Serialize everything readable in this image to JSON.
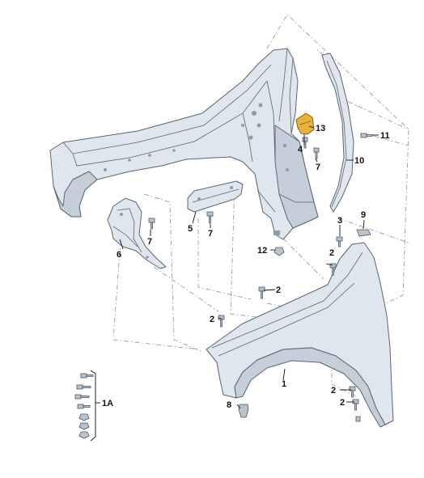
{
  "callouts": {
    "c1": "1",
    "c1a": "1A",
    "c2a": "2",
    "c2b": "2",
    "c2c": "2",
    "c2d": "2",
    "c2e": "2",
    "c3": "3",
    "c4": "4",
    "c5": "5",
    "c6": "6",
    "c7a": "7",
    "c7b": "7",
    "c7c": "7",
    "c8": "8",
    "c9": "9",
    "c10": "10",
    "c11": "11",
    "c12": "12",
    "c13": "13"
  },
  "colors": {
    "part_fill": "#dfe6ed",
    "part_stroke": "#596572",
    "highlight": "#e8b23a",
    "dash_line": "#8a9099"
  }
}
